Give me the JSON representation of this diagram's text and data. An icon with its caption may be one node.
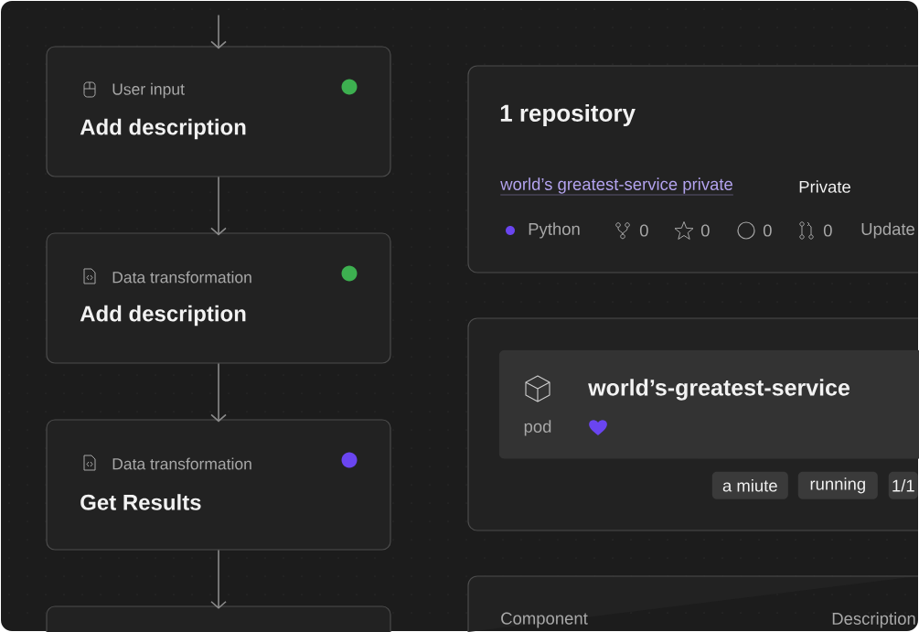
{
  "diagram": {
    "nodes": [
      {
        "text": [
          "User input",
          "Add description"
        ]
      },
      {
        "text": [
          "Data transformation",
          "Add description"
        ]
      },
      {
        "text": [
          "Data transformation",
          "Get Results"
        ]
      },
      {
        "text": [],
        "shape": "box"
      },
      {
        "text": [
          "1 repository",
          "world’s greatest-service private",
          "Private",
          "Python",
          "0",
          "0",
          "0",
          "0",
          "Update"
        ]
      },
      {
        "text": [],
        "shape": "box"
      },
      {
        "text": [
          "pod",
          "world’s-greatest-service"
        ],
        "in": 5
      },
      {
        "text": [
          "a miute"
        ],
        "in": 5
      },
      {
        "text": [
          "running"
        ],
        "in": 5
      },
      {
        "text": [
          "1/1"
        ],
        "in": 5
      },
      {
        "text": [
          "Component",
          "Description"
        ]
      }
    ],
    "edges": [
      {
        "from": null,
        "to": 0,
        "arrow": "to"
      },
      {
        "from": 0,
        "to": 1,
        "arrow": "to"
      },
      {
        "from": 1,
        "to": 2,
        "arrow": "to"
      },
      {
        "from": 2,
        "to": 3,
        "arrow": "to"
      }
    ]
  }
}
